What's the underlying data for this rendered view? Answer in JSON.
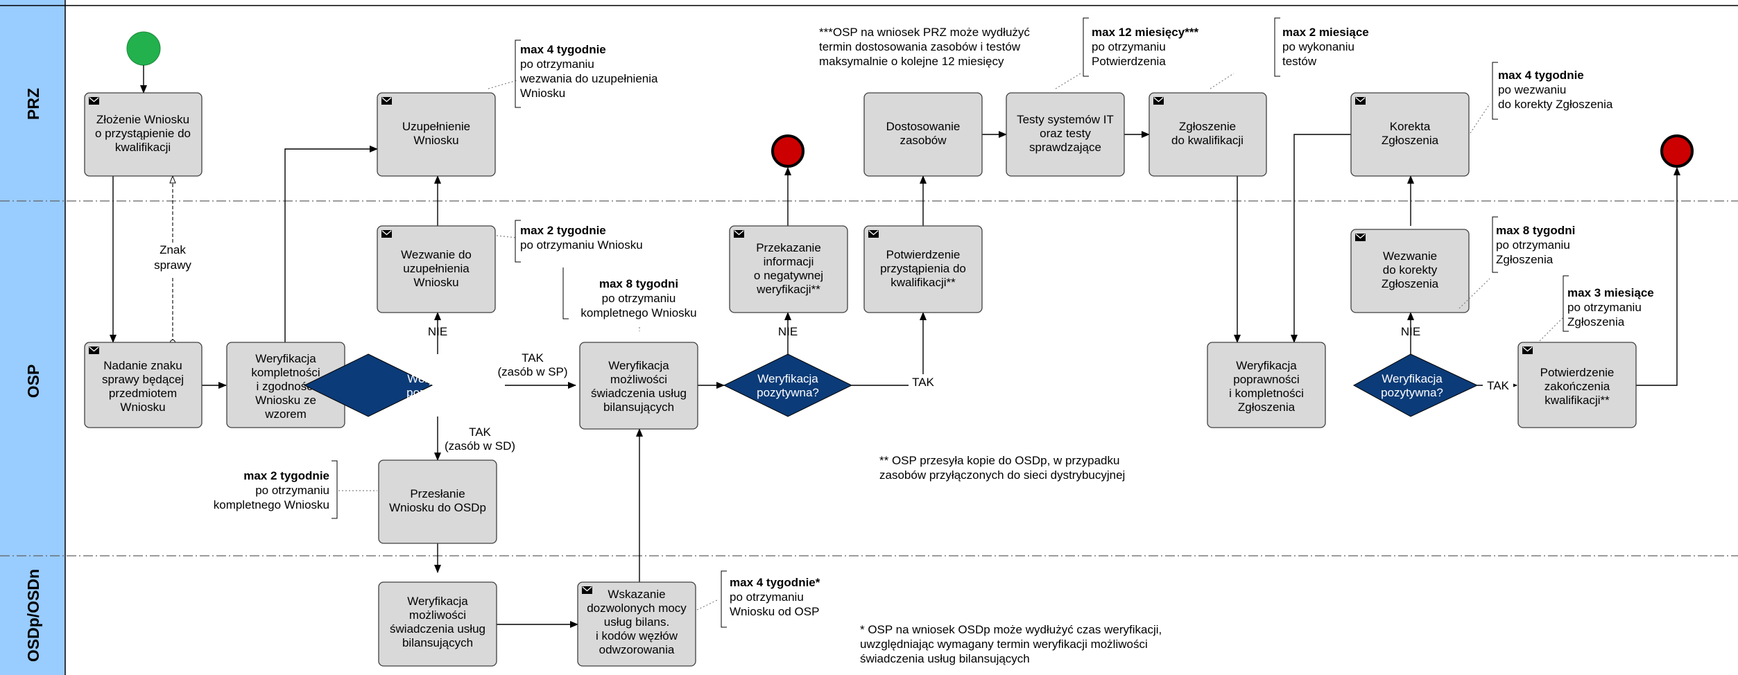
{
  "lanes": {
    "przLabel": "PRZ",
    "ospLabel": "OSP",
    "osdLabel": "OSDp/OSDn"
  },
  "tasks": {
    "t1": [
      "Złożenie Wniosku",
      "o przystąpienie do",
      "kwalifikacji"
    ],
    "t2": [
      "Uzupełnienie",
      "Wniosku"
    ],
    "t3": [
      "Dostosowanie",
      "zasobów"
    ],
    "t4": [
      "Testy systemów IT",
      "oraz testy",
      "sprawdzające"
    ],
    "t5": [
      "Zgłoszenie",
      "do kwalifikacji"
    ],
    "t6": [
      "Korekta",
      "Zgłoszenia"
    ],
    "t7": [
      "Wezwanie do",
      "uzupełnienia",
      "Wniosku"
    ],
    "t8": [
      "Przekazanie",
      "informacji",
      "o negatywnej",
      "weryfikacji**"
    ],
    "t9": [
      "Potwierdzenie",
      "przystąpienia do",
      "kwalifikacji**"
    ],
    "t10": [
      "Wezwanie",
      "do korekty",
      "Zgłoszenia"
    ],
    "t11": [
      "Nadanie znaku",
      "sprawy będącej",
      "przedmiotem",
      "Wniosku"
    ],
    "t12": [
      "Weryfikacja",
      "kompletności",
      "i zgodności",
      "Wniosku ze",
      "wzorem"
    ],
    "t13": [
      "Weryfikacja",
      "możliwości",
      "świadczenia usług",
      "bilansujących"
    ],
    "t14": [
      "Weryfikacja",
      "poprawności",
      "i kompletności",
      "Zgłoszenia"
    ],
    "t15": [
      "Potwierdzenie",
      "zakończenia",
      "kwalifikacji**"
    ],
    "t16": [
      "Przesłanie",
      "Wniosku do OSDp"
    ],
    "t17": [
      "Weryfikacja",
      "możliwości",
      "świadczenia usług",
      "bilansujących"
    ],
    "t18": [
      "Wskazanie",
      "dozwolonych mocy",
      "usług bilans.",
      "i  kodów węzłów",
      "odwzorowania"
    ]
  },
  "decisions": {
    "label": [
      "Weryfikacja",
      "pozytywna?"
    ]
  },
  "flowLabels": {
    "znakSprawy": [
      "Znak",
      "sprawy"
    ],
    "nie": "NIE",
    "takSp": [
      "TAK",
      "(zasób w SP)"
    ],
    "takSd": [
      "TAK",
      "(zasób w SD)"
    ],
    "tak": "TAK"
  },
  "notes": {
    "n1": {
      "bold": "max 4 tygodnie",
      "lines": [
        "po otrzymaniu",
        "wezwania do uzupełnienia",
        "Wniosku"
      ]
    },
    "n2": {
      "bold": "max 2 tygodnie",
      "lines": [
        "po otrzymaniu Wniosku"
      ]
    },
    "n3": {
      "bold": "max 8 tygodni",
      "lines": [
        "po otrzymaniu",
        "kompletnego Wniosku"
      ]
    },
    "n4": {
      "bold": "max 2 tygodnie",
      "lines": [
        "po otrzymaniu",
        "kompletnego Wniosku"
      ]
    },
    "n5": {
      "bold": "max 4 tygodnie*",
      "lines": [
        "po otrzymaniu",
        "Wniosku od OSP"
      ]
    },
    "n6": {
      "bold": "max 12 miesięcy***",
      "lines": [
        "po otrzymaniu",
        "Potwierdzenia"
      ]
    },
    "n7": {
      "bold": "max 2 miesiące",
      "lines": [
        "po wykonaniu",
        "testów"
      ]
    },
    "n8": {
      "bold": "max 4 tygodnie",
      "lines": [
        "po wezwaniu",
        "do korekty Zgłoszenia"
      ]
    },
    "n9": {
      "bold": "max 8 tygodni",
      "lines": [
        "po otrzymaniu",
        "Zgłoszenia"
      ]
    },
    "n10": {
      "bold": "max 3 miesiące",
      "lines": [
        "po otrzymaniu",
        "Zgłoszenia"
      ]
    }
  },
  "footnotes": {
    "triple": [
      "***OSP na wniosek PRZ może wydłużyć",
      "termin dostosowania zasobów i testów",
      "maksymalnie o kolejne 12 miesięcy"
    ],
    "double": [
      "** OSP przesyła kopie do OSDp, w przypadku",
      "zasobów przyłączonych do sieci dystrybucyjnej"
    ],
    "single": [
      "* OSP na wniosek OSDp może wydłużyć czas weryfikacji,",
      "uwzględniając wymagany termin weryfikacji możliwości",
      "świadczenia usług bilansujących"
    ]
  },
  "colors": {
    "laneHeader": "#99ccff",
    "taskFill": "#d9d9d9",
    "decisionFill": "#0b3b78",
    "startEvent": "#22b14c",
    "endEvent": "#cc0000"
  },
  "icons": [
    "envelope-icon"
  ]
}
